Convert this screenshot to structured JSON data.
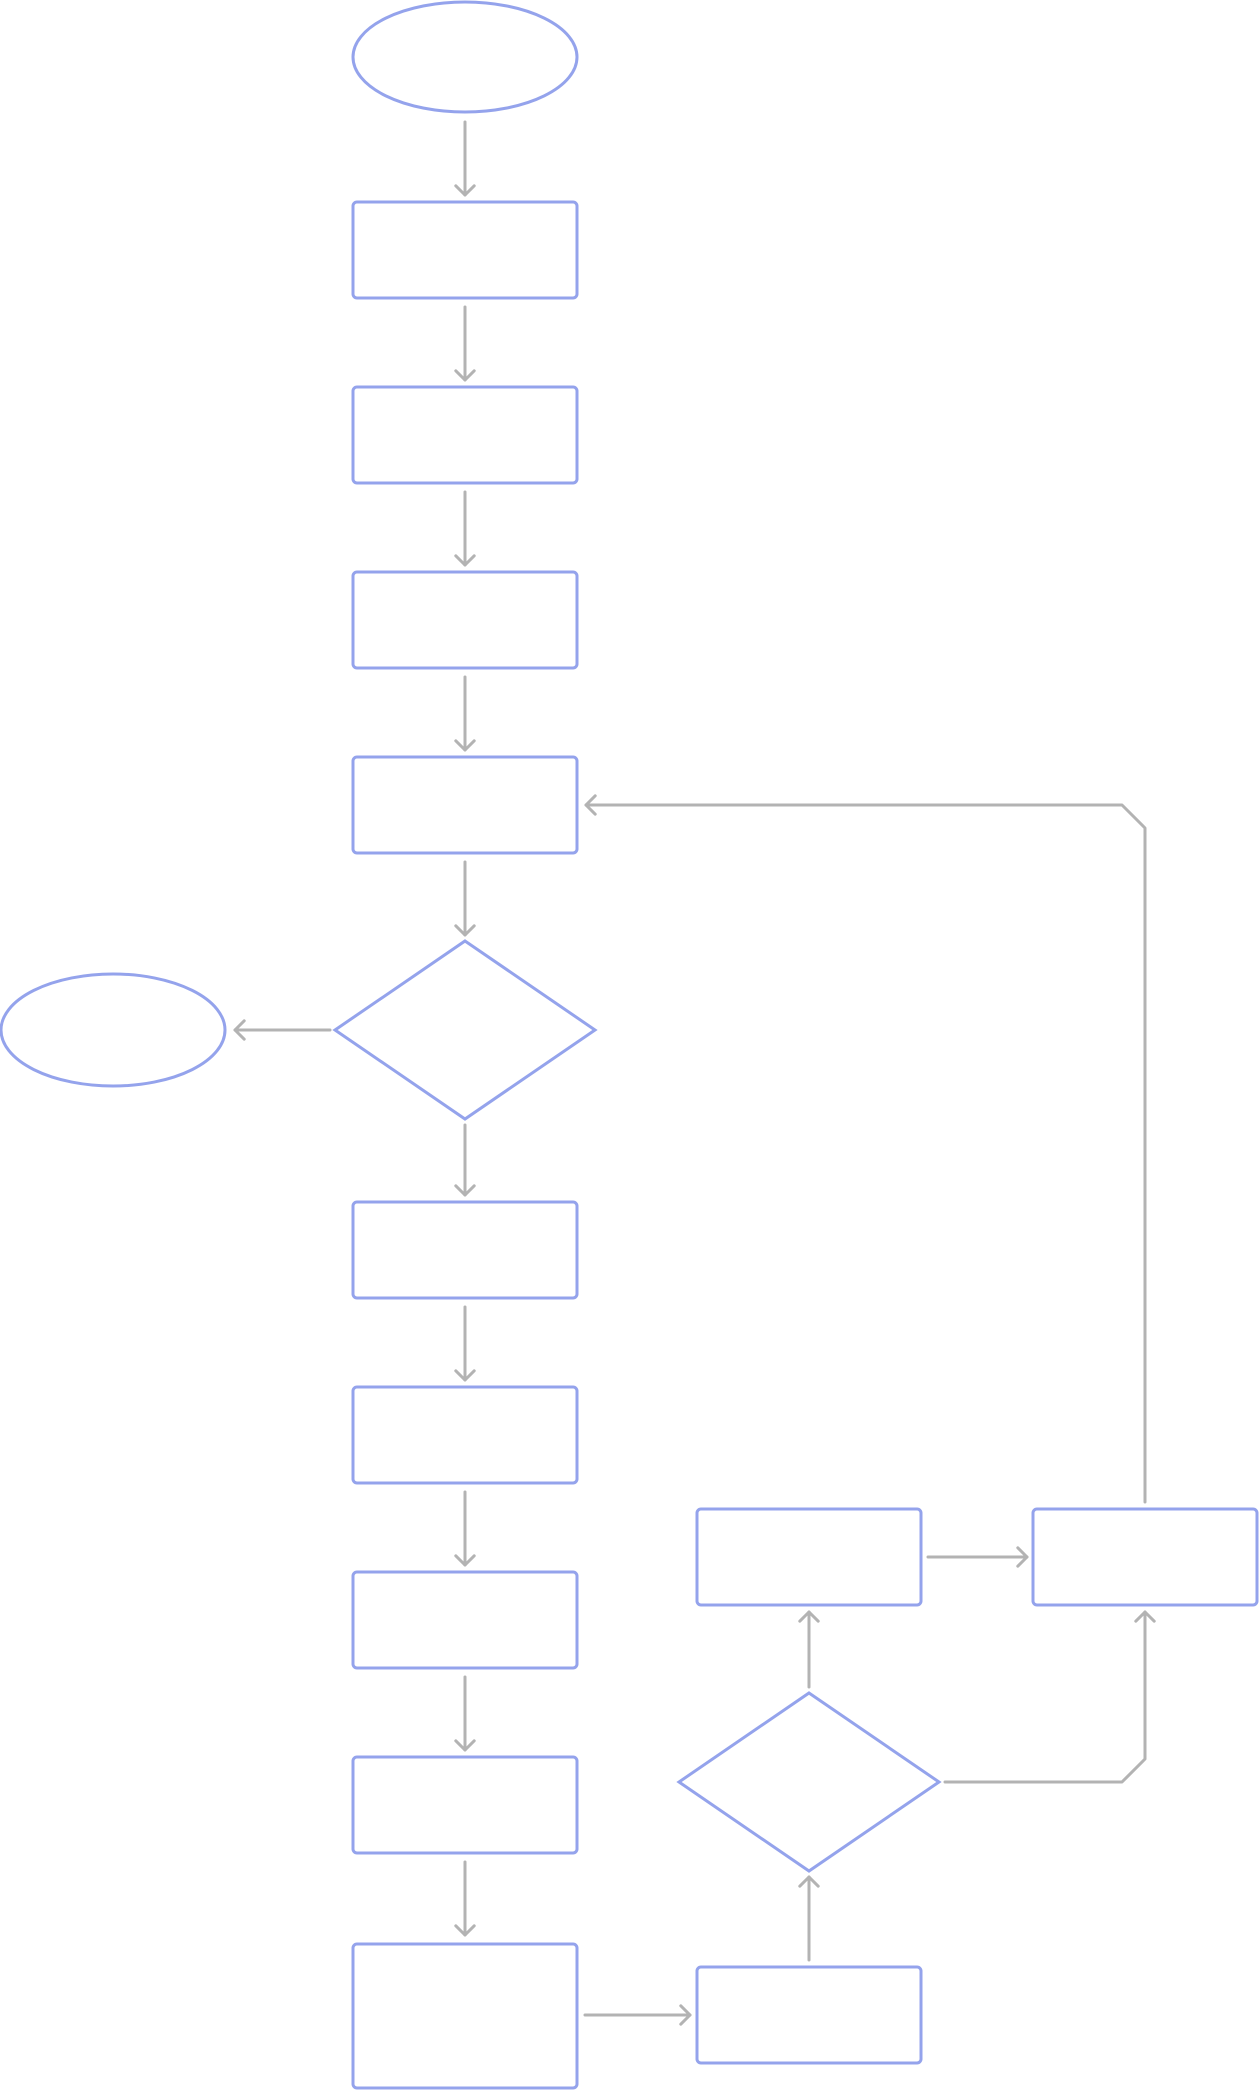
{
  "diagram": {
    "type": "flowchart",
    "node_color": "#94a3ec",
    "edge_color": "#b3b3b3",
    "background": "#ffffff",
    "nodes": [
      {
        "id": "n1",
        "shape": "ellipse",
        "label": ""
      },
      {
        "id": "n2",
        "shape": "rect",
        "label": ""
      },
      {
        "id": "n3",
        "shape": "rect",
        "label": ""
      },
      {
        "id": "n4",
        "shape": "rect",
        "label": ""
      },
      {
        "id": "n5",
        "shape": "rect",
        "label": ""
      },
      {
        "id": "n6",
        "shape": "diamond",
        "label": ""
      },
      {
        "id": "n7",
        "shape": "ellipse",
        "label": ""
      },
      {
        "id": "n8",
        "shape": "rect",
        "label": ""
      },
      {
        "id": "n9",
        "shape": "rect",
        "label": ""
      },
      {
        "id": "n10",
        "shape": "rect",
        "label": ""
      },
      {
        "id": "n11",
        "shape": "rect",
        "label": ""
      },
      {
        "id": "n12",
        "shape": "rect",
        "label": ""
      },
      {
        "id": "n13",
        "shape": "rect",
        "label": ""
      },
      {
        "id": "n14",
        "shape": "diamond",
        "label": ""
      },
      {
        "id": "n15",
        "shape": "rect",
        "label": ""
      },
      {
        "id": "n16",
        "shape": "rect",
        "label": ""
      }
    ],
    "edges": [
      {
        "from": "n1",
        "to": "n2"
      },
      {
        "from": "n2",
        "to": "n3"
      },
      {
        "from": "n3",
        "to": "n4"
      },
      {
        "from": "n4",
        "to": "n5"
      },
      {
        "from": "n5",
        "to": "n6"
      },
      {
        "from": "n6",
        "to": "n7"
      },
      {
        "from": "n6",
        "to": "n8"
      },
      {
        "from": "n8",
        "to": "n9"
      },
      {
        "from": "n9",
        "to": "n10"
      },
      {
        "from": "n10",
        "to": "n11"
      },
      {
        "from": "n11",
        "to": "n12"
      },
      {
        "from": "n12",
        "to": "n13"
      },
      {
        "from": "n13",
        "to": "n14"
      },
      {
        "from": "n14",
        "to": "n15"
      },
      {
        "from": "n14",
        "to": "n16"
      },
      {
        "from": "n15",
        "to": "n16"
      },
      {
        "from": "n16",
        "to": "n5"
      }
    ]
  }
}
